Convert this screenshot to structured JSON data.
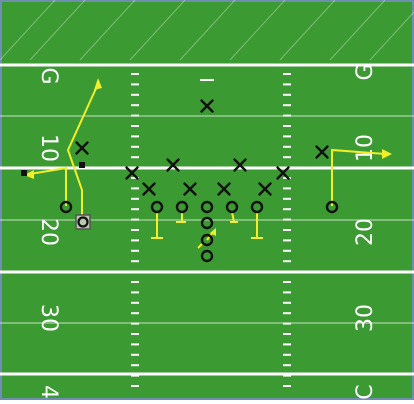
{
  "field": {
    "grass_color": "#3b9a31",
    "line_color": "#ffffff",
    "border_color": "#6e8fb0",
    "yard_numbers": [
      "G",
      "10",
      "20",
      "30",
      "4"
    ],
    "yard_numbers_right": [
      "G",
      "10",
      "20",
      "30",
      "C"
    ]
  },
  "players": {
    "offense_symbol": "O",
    "defense_symbol": "X",
    "route_color": "#f2ef2a",
    "offense_color": "#111111",
    "defense_color": "#111111"
  }
}
